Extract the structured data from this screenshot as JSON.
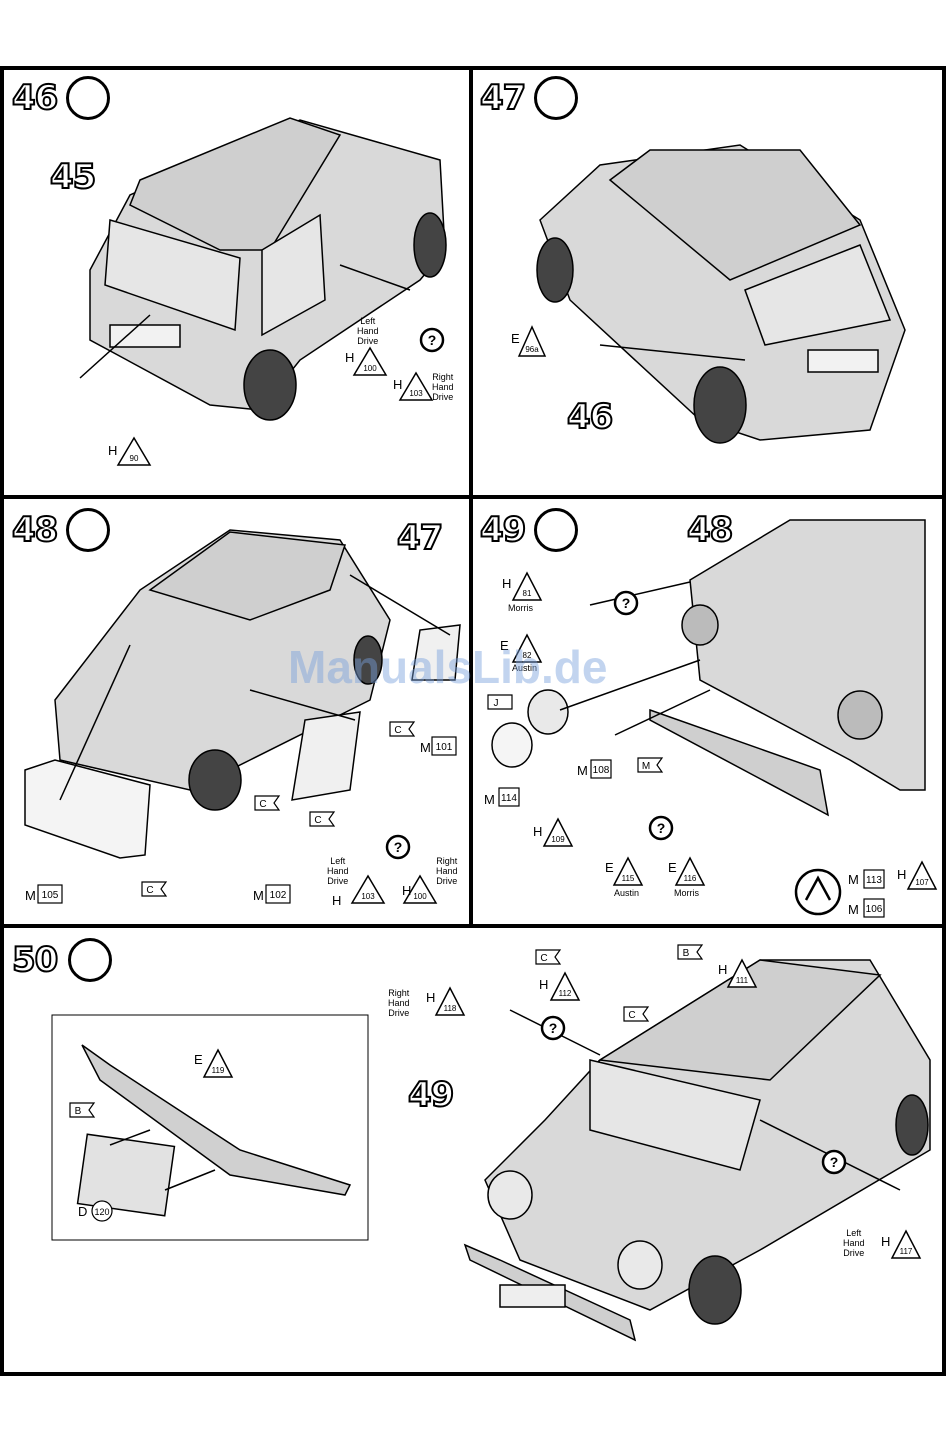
{
  "steps": [
    {
      "number": "46",
      "ref": "45",
      "labels": {
        "left_drive": [
          "Left",
          "Hand",
          "Drive"
        ],
        "right_drive": [
          "Right",
          "Hand",
          "Drive"
        ]
      },
      "parts": [
        {
          "letter": "H",
          "num": "100"
        },
        {
          "letter": "H",
          "num": "103"
        },
        {
          "letter": "H",
          "num": "90"
        }
      ]
    },
    {
      "number": "47",
      "ref": "46",
      "parts": [
        {
          "letter": "E",
          "num": "96a"
        }
      ]
    },
    {
      "number": "48",
      "ref": "47",
      "labels": {
        "left_drive": [
          "Left",
          "Hand",
          "Drive"
        ],
        "right_drive": [
          "Right",
          "Hand",
          "Drive"
        ]
      },
      "parts": [
        {
          "letter": "M",
          "num": "101"
        },
        {
          "letter": "M",
          "num": "102"
        },
        {
          "letter": "M",
          "num": "105"
        },
        {
          "letter": "H",
          "num": "103"
        },
        {
          "letter": "H",
          "num": "100"
        }
      ],
      "color_tags": [
        "C",
        "C",
        "C",
        "C"
      ]
    },
    {
      "number": "49",
      "ref": "48",
      "parts": [
        {
          "letter": "H",
          "num": "81",
          "caption": "Morris"
        },
        {
          "letter": "E",
          "num": "82",
          "caption": "Austin"
        },
        {
          "letter": "J",
          "num": ""
        },
        {
          "letter": "M",
          "num": "114"
        },
        {
          "letter": "H",
          "num": "109"
        },
        {
          "letter": "M",
          "num": "108"
        },
        {
          "letter": "E",
          "num": "115",
          "caption": "Austin"
        },
        {
          "letter": "E",
          "num": "116",
          "caption": "Morris"
        },
        {
          "letter": "M",
          "num": "113"
        },
        {
          "letter": "M",
          "num": "106"
        },
        {
          "letter": "H",
          "num": "107"
        }
      ],
      "color_tags": [
        "M"
      ]
    },
    {
      "number": "50",
      "ref": "49",
      "labels": {
        "right_drive": [
          "Right",
          "Hand",
          "Drive"
        ],
        "left_drive": [
          "Left",
          "Hand",
          "Drive"
        ]
      },
      "parts": [
        {
          "letter": "E",
          "num": "119"
        },
        {
          "letter": "B",
          "num": ""
        },
        {
          "letter": "D",
          "num": "120"
        },
        {
          "letter": "H",
          "num": "118"
        },
        {
          "letter": "H",
          "num": "112"
        },
        {
          "letter": "H",
          "num": "111"
        },
        {
          "letter": "H",
          "num": "117"
        }
      ],
      "color_tags": [
        "C",
        "B",
        "C"
      ]
    }
  ],
  "watermark": "ManualsLib.de"
}
